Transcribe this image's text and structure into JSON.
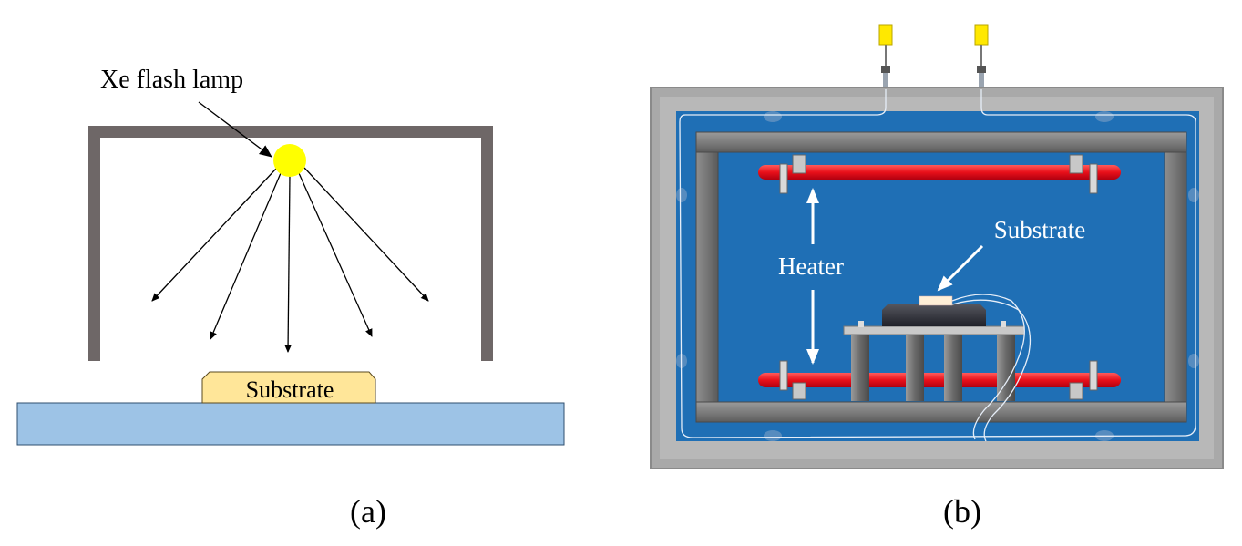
{
  "panel_a": {
    "lamp_label": "Xe flash lamp",
    "substrate_label": "Substrate",
    "caption": "(a)",
    "colors": {
      "housing": "#6e6767",
      "lamp": "#ffff00",
      "substrate": "#ffe699",
      "stage": "#9dc3e6"
    }
  },
  "panel_b": {
    "substrate_label": "Substrate",
    "heater_label": "Heater",
    "caption": "(b)",
    "colors": {
      "chamber": "#1f6fb5",
      "frame": "#a9a9a9",
      "heater": "#e8101a",
      "connector": "#ffe800"
    }
  }
}
